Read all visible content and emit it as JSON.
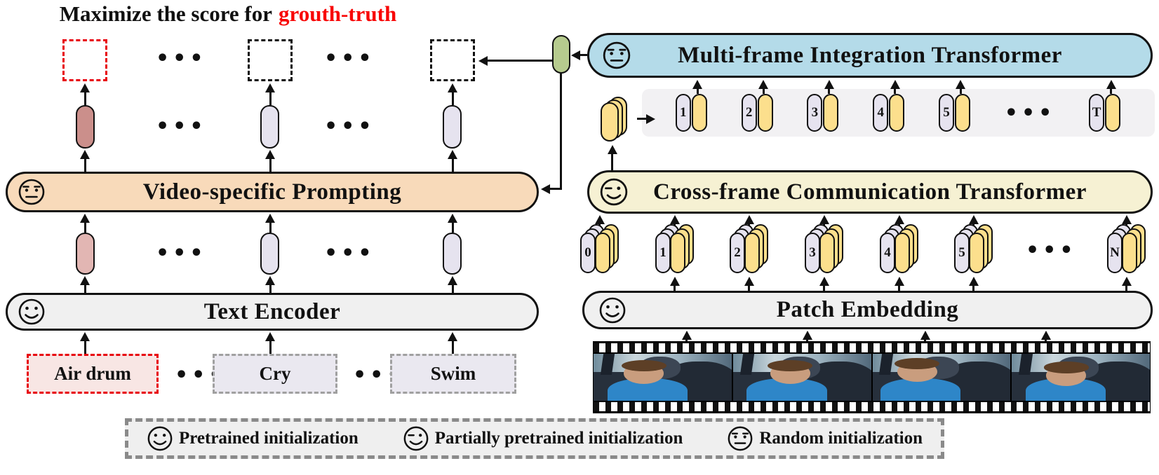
{
  "title": {
    "prefix": "Maximize the score for",
    "highlight": "grouth-truth"
  },
  "ellipsis": "•••",
  "left": {
    "prompting_label": "Video-specific Prompting",
    "text_encoder_label": "Text Encoder",
    "class_labels": [
      "Air drum",
      "Cry",
      "Swim"
    ]
  },
  "right": {
    "mit_label": "Multi-frame Integration Transformer",
    "cct_label": "Cross-frame Communication Transformer",
    "patch_embedding_label": "Patch Embedding",
    "frame_tokens": [
      "1",
      "2",
      "3",
      "4",
      "5",
      "T"
    ],
    "patch_tokens": [
      "0",
      "1",
      "2",
      "3",
      "4",
      "5",
      "N"
    ]
  },
  "legend": {
    "items": [
      {
        "icon": "pretrained-face-icon",
        "label": "Pretrained initialization"
      },
      {
        "icon": "partially-pretrained-face-icon",
        "label": "Partially pretrained initialization"
      },
      {
        "icon": "random-face-icon",
        "label": "Random initialization"
      }
    ]
  },
  "colors": {
    "mit_box": "#b4dbe9",
    "cct_box": "#f6f1d3",
    "prompting_box": "#f8daba",
    "encoder_box": "#f0f0f0",
    "green_pill": "#b6cb8e",
    "yellow_pill": "#fcdf8d",
    "lavender_pill": "#e6e3ef",
    "dark_pink_pill": "#cb8f8b",
    "light_pink_pill": "#e2b6b3",
    "highlight_red": "#f80505"
  }
}
